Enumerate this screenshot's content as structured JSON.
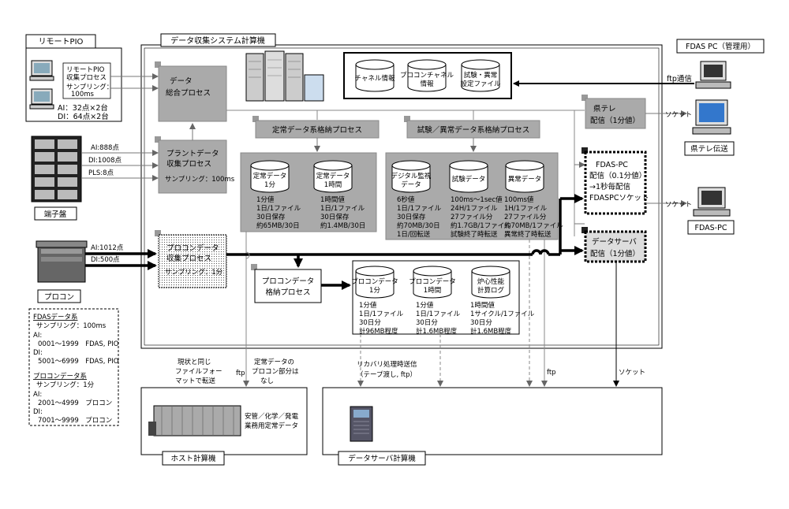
{
  "remote_pio": {
    "title": "リモートPIO",
    "proc_line1": "リモートPIO",
    "proc_line2": "収集プロセス",
    "sampling_line1": "サンプリング：",
    "sampling_line2": "100ms",
    "ai": "AI：32点×2台",
    "di": "DI：64点×2台"
  },
  "terminal": {
    "label": "端子盤",
    "ai": "AI:888点",
    "di": "DI:1008点",
    "pls": "PLS:8点"
  },
  "procon": {
    "label": "プロコン",
    "ai": "AI:1012点",
    "di": "DI:500点"
  },
  "legend": {
    "fdas_title": "FDASデータ系",
    "fdas_sampling": "サンプリング：100ms",
    "fdas_ai_label": "AI:",
    "fdas_ai_range": "0001～1999　FDAS, PIO",
    "fdas_di_label": "DI:",
    "fdas_di_range": "5001～6999　FDAS, PIO",
    "procon_title": "プロコンデータ系",
    "procon_sampling": "サンプリング：1分",
    "procon_ai_label": "AI:",
    "procon_ai_range": "2001～4999　プロコン",
    "procon_di_label": "DI:",
    "procon_di_range": "7001～9999　プロコン"
  },
  "system": {
    "title": "データ収集システム計算機",
    "data_integ_1": "データ",
    "data_integ_2": "総合プロセス",
    "plant_1": "プラントデータ",
    "plant_2": "収集プロセス",
    "plant_sampling": "サンプリング：100ms",
    "procon_collect_1": "プロコンデータ",
    "procon_collect_2": "収集プロセス",
    "procon_collect_sampling": "サンプリング：1分",
    "db_channel": "チャネル情報",
    "db_procon_ch_1": "プロコンチャネル",
    "db_procon_ch_2": "情報",
    "db_test_1": "試験・異常",
    "db_test_2": "設定ファイル",
    "steady_store": "定常データ系格納プロセス",
    "steady1_t1": "定常データ",
    "steady1_t2": "1分",
    "steady1_d": [
      "1分値",
      "1日/1ファイル",
      "30日保存",
      "約65MB/30日"
    ],
    "steady2_t1": "定常データ",
    "steady2_t2": "1時間",
    "steady2_d": [
      "1時間値",
      "1日/1ファイル",
      "30日保存",
      "約1.4MB/30日"
    ],
    "test_store": "試験／異常データ系格納プロセス",
    "digital_t1": "デジタル監視",
    "digital_t2": "データ",
    "digital_d": [
      "6秒値",
      "1日/1ファイル",
      "30日保存",
      "約70MB/30日",
      "1日/回転送"
    ],
    "test_t1": "試験データ",
    "test_d": [
      "100ms～1sec値",
      "24H/1ファイル",
      "27ファイル分",
      "約1.7GB/1ファイル",
      "試験終了時転送"
    ],
    "abn_t1": "異常データ",
    "abn_d": [
      "100ms値",
      "1H/1ファイル",
      "27ファイル分",
      "約70MB/1ファイル",
      "異常終了時転送"
    ],
    "procon_store_1": "プロコンデータ",
    "procon_store_2": "格納プロセス",
    "p1_t1": "プロコンデータ",
    "p1_t2": "1分",
    "p1_d": [
      "1分値",
      "1日/1ファイル",
      "30日分",
      "計96MB程度"
    ],
    "p2_t1": "プロコンデータ",
    "p2_t2": "1時間",
    "p2_d": [
      "1分値",
      "1日/1ファイル",
      "30日分",
      "計1.6MB程度"
    ],
    "p3_t1": "炉心性能",
    "p3_t2": "計算ログ",
    "p3_d": [
      "1時間値",
      "1サイクル/1ファイル",
      "30日分",
      "計1.6MB程度"
    ],
    "kentele_1": "県テレ",
    "kentele_2": "配信（1分値）",
    "fdaspc_1": "FDAS-PC",
    "fdaspc_2": "配信（0.1分値）",
    "fdaspc_3": "→1秒毎配信",
    "fdaspc_4": "FDASPCソケット",
    "dserver_1": "データサーバ",
    "dserver_2": "配信（1分値）"
  },
  "right": {
    "fdas_pc_admin": "FDAS PC（管理用）",
    "ftp_comm": "ftp通信",
    "socket1": "ソケット",
    "kentele_send": "県テレ伝送",
    "socket2": "ソケット",
    "fdas_pc": "FDAS-PC"
  },
  "bottom": {
    "note1_1": "現状と同じ",
    "note1_2": "ファイルフォー",
    "note1_3": "マットで転送",
    "ftp1": "ftp",
    "note2_1": "定常データの",
    "note2_2": "プロコン部分は",
    "note2_3": "なし",
    "recovery_1": "リカバリ処理時送信",
    "recovery_2": "（テープ渡し, ftp）",
    "ftp2": "ftp",
    "socket3": "ソケット",
    "host_label": "ホスト計算機",
    "host_desc_1": "安管／化学／発電",
    "host_desc_2": "業務用定常データ",
    "dserver_label": "データサーバ計算機"
  },
  "icons": [
    "pc-icon",
    "rack-icon",
    "mainframe-icon",
    "server-icon",
    "database-icon"
  ]
}
